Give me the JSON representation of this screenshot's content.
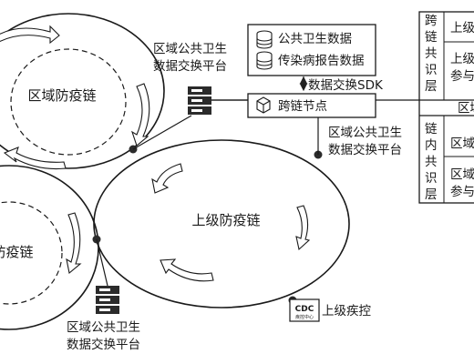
{
  "platforms": {
    "top": {
      "line1": "区域公共卫生",
      "line2": "数据交换平台"
    },
    "bottom": {
      "line1": "区域公共卫生",
      "line2": "数据交换平台"
    },
    "right": {
      "line1": "区域公共卫生",
      "line2": "数据交换平台"
    }
  },
  "databases": {
    "item1": "公共卫生数据",
    "item2": "传染病报告数据"
  },
  "sdk_label": "数据交换SDK",
  "cross_node_label": "跨链节点",
  "chains": {
    "regional_top": "区域防疫链",
    "regional_left": "防疫链",
    "upper": "上级防疫链"
  },
  "cdc": {
    "logo_text": "CDC",
    "logo_subtext": "疾控中心",
    "label": "上级疾控"
  },
  "consensus": {
    "cross_chain": {
      "chars": [
        "跨",
        "链",
        "共",
        "识",
        "层"
      ],
      "row1": "上级",
      "row2_line1": "上级",
      "row2_line2": "参与"
    },
    "divider_text": "区域",
    "in_chain": {
      "chars": [
        "链",
        "内",
        "共",
        "识",
        "层"
      ],
      "row1": "区域",
      "row2_line1": "区域",
      "row2_line2": "参与"
    }
  }
}
